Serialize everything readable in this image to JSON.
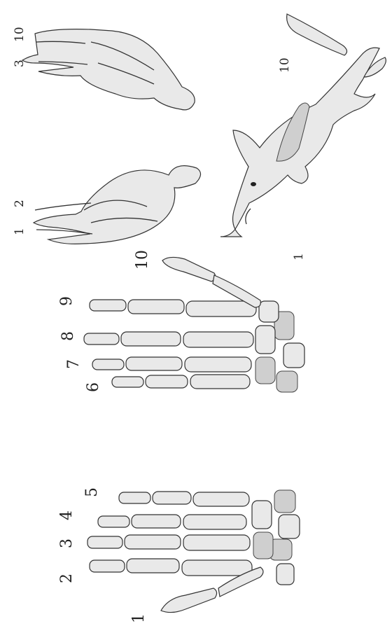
{
  "labels": {
    "hand1": [
      "1",
      "2",
      "3",
      "4",
      "5"
    ],
    "hand2": [
      "6",
      "7",
      "8",
      "9",
      "10"
    ],
    "claw_left": [
      "1",
      "2"
    ],
    "claw_right": [
      "3",
      "10"
    ],
    "dolphin": [
      "1",
      "10"
    ]
  }
}
